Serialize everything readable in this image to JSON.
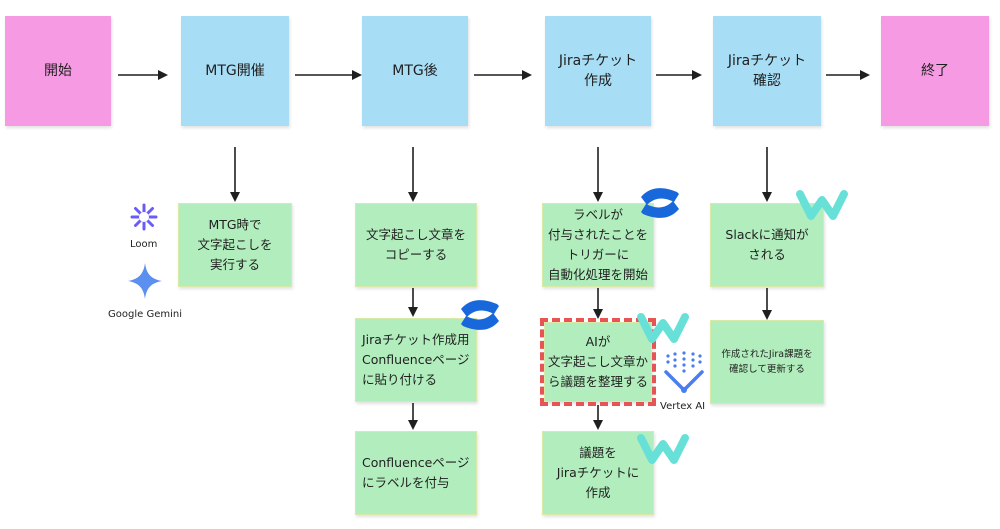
{
  "flow": {
    "start": "開始",
    "mtg": "MTG開催",
    "after_mtg": "MTG後",
    "jira_create": "Jiraチケット\n作成",
    "jira_check": "Jiraチケット\n確認",
    "end": "終了"
  },
  "steps": {
    "transcribe": "MTG時で\n文字起こしを\n実行する",
    "copy": "文字起こし文章を\nコピーする",
    "paste": "Jiraチケット作成用\nConfluenceページ\nに貼り付ける",
    "label": "Confluenceページ\nにラベルを付与",
    "trigger": "ラベルが\n付与されたことを\nトリガーに\n自動化処理を開始",
    "ai": "AIが\n文字起こし文章か\nら議題を整理する",
    "create": "議題を\nJiraチケットに\n作成",
    "slack": "Slackに通知が\nされる",
    "update": "作成されたJira課題を\n確認して更新する"
  },
  "tools": {
    "loom": "Loom",
    "gemini": "Google Gemini",
    "vertex": "Vertex AI"
  },
  "icons": [
    "loom-icon",
    "gemini-icon",
    "confluence-icon",
    "workato-icon",
    "vertex-ai-icon"
  ],
  "colors": {
    "pink": "#f59ae3",
    "blue": "#a8def5",
    "green": "#b2eebd",
    "dashed_border": "#e65454",
    "confluence": "#1868db",
    "workato": "#67e0d8",
    "loom": "#6a5cf6",
    "gemini": "#5b8ff0"
  }
}
